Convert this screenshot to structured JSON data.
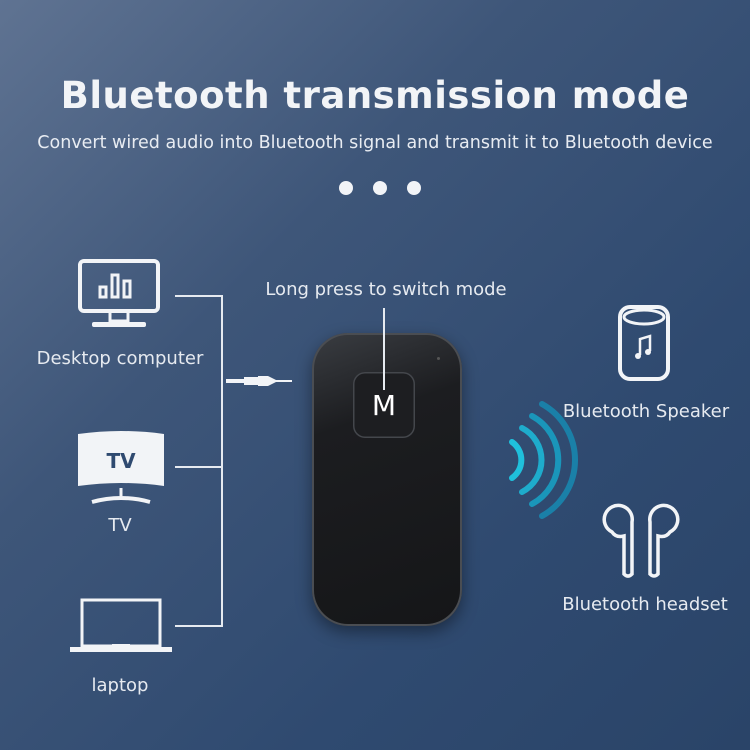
{
  "title": "Bluetooth transmission mode",
  "subtitle": "Convert wired audio into Bluetooth signal and transmit it to Bluetooth device",
  "callout": "Long press to switch mode",
  "device": {
    "button_label": "M"
  },
  "sources": [
    {
      "label": "Desktop computer",
      "icon": "desktop-monitor-icon"
    },
    {
      "label": "TV",
      "icon": "tv-icon",
      "icon_text": "TV"
    },
    {
      "label": "laptop",
      "icon": "laptop-icon"
    }
  ],
  "targets": [
    {
      "label": "Bluetooth Speaker",
      "icon": "speaker-icon"
    },
    {
      "label": "Bluetooth headset",
      "icon": "earbuds-icon"
    }
  ],
  "colors": {
    "background": "#2f4a70",
    "signal": "#1fb8d6",
    "device": "#1c1d20"
  }
}
